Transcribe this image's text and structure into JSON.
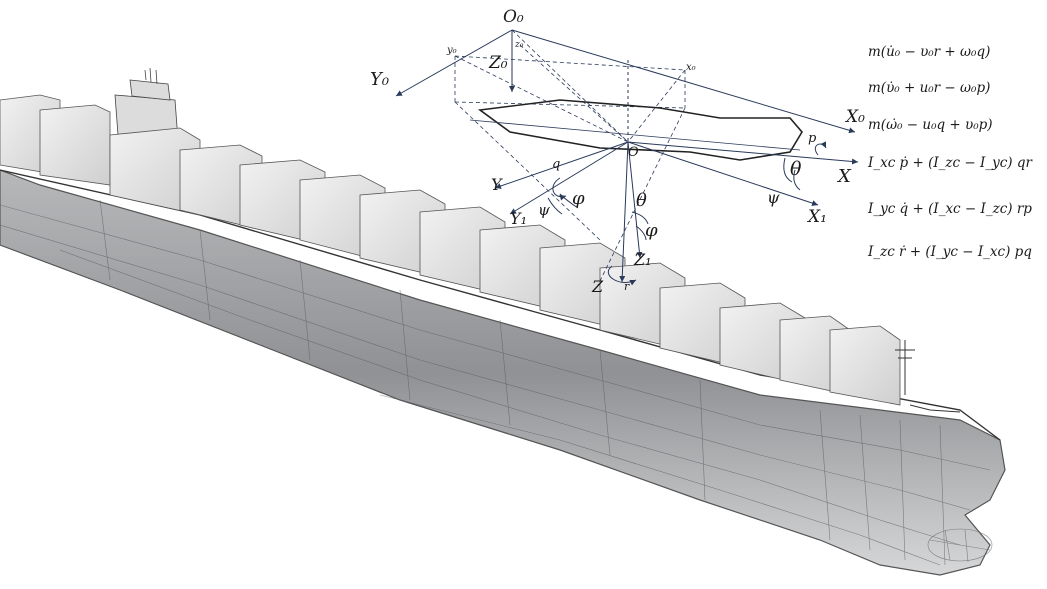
{
  "frames": {
    "earth_origin": "O₀",
    "earth_y": "Y₀",
    "earth_x": "X₀",
    "earth_z": "Z₀",
    "small_y": "y₀",
    "small_x": "x₀",
    "small_z": "z₀",
    "body_origin": "O",
    "body_x": "X",
    "body_y": "Y",
    "body_z": "Z",
    "inter_x": "X₁",
    "inter_y": "Y₁",
    "inter_z": "Z₁"
  },
  "rates": {
    "p": "p",
    "q": "q",
    "r": "r"
  },
  "angles": {
    "theta": "θ",
    "phi": "φ",
    "psi": "ψ"
  },
  "equations": [
    "m(u̇₀ − υ₀r + ω₀q)",
    "m(υ̇₀ + u₀r − ω₀p)",
    "m(ω̇₀ − u₀q + υ₀p)",
    "I_xc ṗ + (I_zc − I_yc) qr",
    "I_yc q̇ + (I_xc − I_zc) rp",
    "I_zc ṙ + (I_yc − I_xc) pq"
  ],
  "colors": {
    "axis": "#2a3a5a",
    "hull": "#8a8c90",
    "container": "#e8e8e8",
    "ink": "#1a1a1a"
  }
}
